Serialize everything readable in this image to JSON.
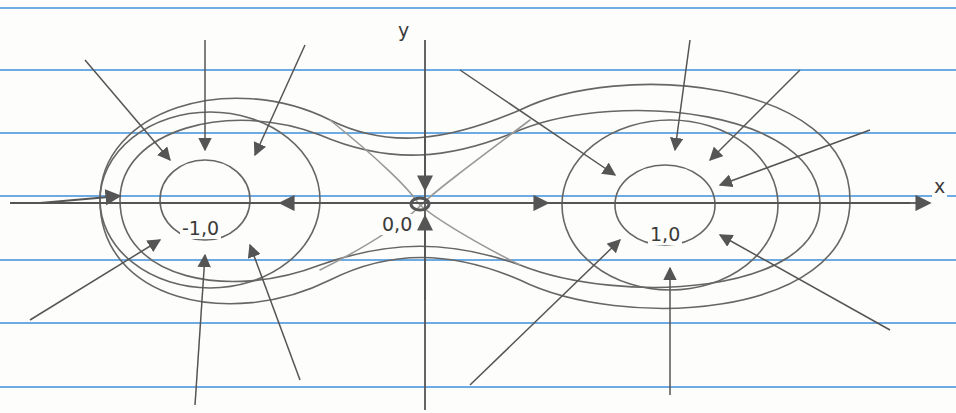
{
  "diagram": {
    "labels": [
      "y",
      "x",
      "-1,0",
      "0,0",
      "1,0"
    ]
  }
}
